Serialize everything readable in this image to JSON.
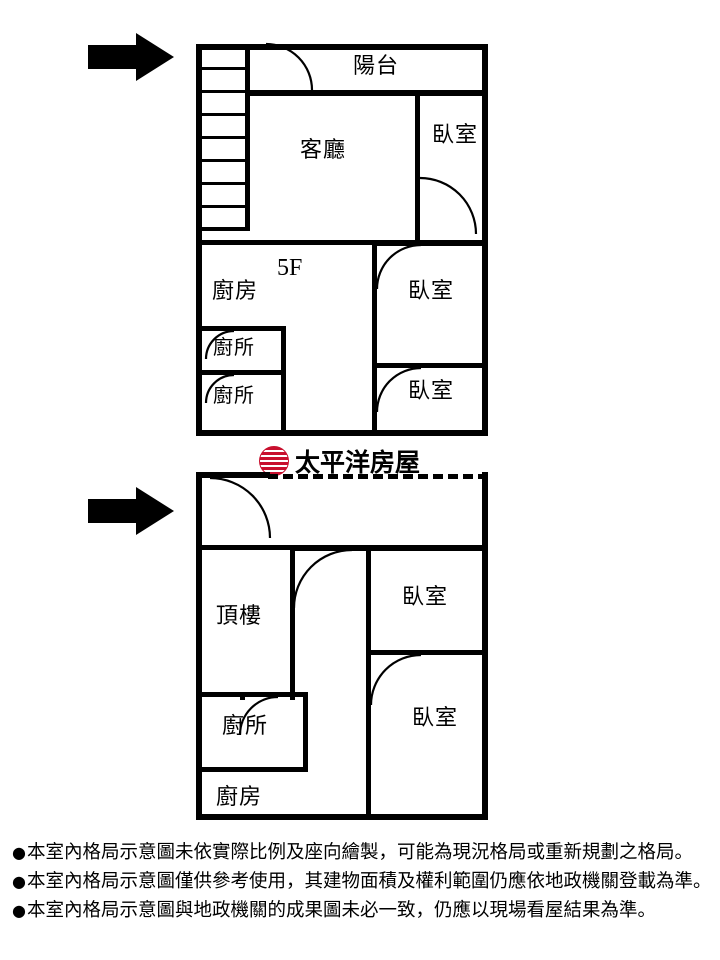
{
  "diagram": {
    "title": "太平洋房屋",
    "upper_floor": {
      "floor_label": "5F",
      "rooms": [
        {
          "name": "陽台"
        },
        {
          "name": "客廳"
        },
        {
          "name": "臥室"
        },
        {
          "name": "臥室"
        },
        {
          "name": "臥室"
        },
        {
          "name": "廚房"
        },
        {
          "name": "廚所"
        },
        {
          "name": "廚所"
        }
      ],
      "balcony": "陽台",
      "living": "客廳",
      "bedroom1": "臥室",
      "bedroom2": "臥室",
      "bedroom3": "臥室",
      "kitchen": "廚房",
      "toilet1": "廚所",
      "toilet2": "廚所"
    },
    "lower_floor": {
      "rooftop": "頂樓",
      "bedroom1": "臥室",
      "bedroom2": "臥室",
      "toilet": "廚所",
      "kitchen": "廚房"
    },
    "logo": {
      "brand": "太平洋房屋",
      "mark": "pacific-logo-icon"
    },
    "notes": [
      "本室內格局示意圖未依實際比例及座向繪製，可能為現況格局或重新規劃之格局。",
      "本室內格局示意圖僅供參考使用，其建物面積及權利範圍仍應依地政機關登載為準。",
      "本室內格局示意圖與地政機關的成果圖未必一致，仍應以現場看屋結果為準。"
    ],
    "colors": {
      "wall": "#000000",
      "brand_red": "#c8102e",
      "background": "#ffffff"
    }
  }
}
